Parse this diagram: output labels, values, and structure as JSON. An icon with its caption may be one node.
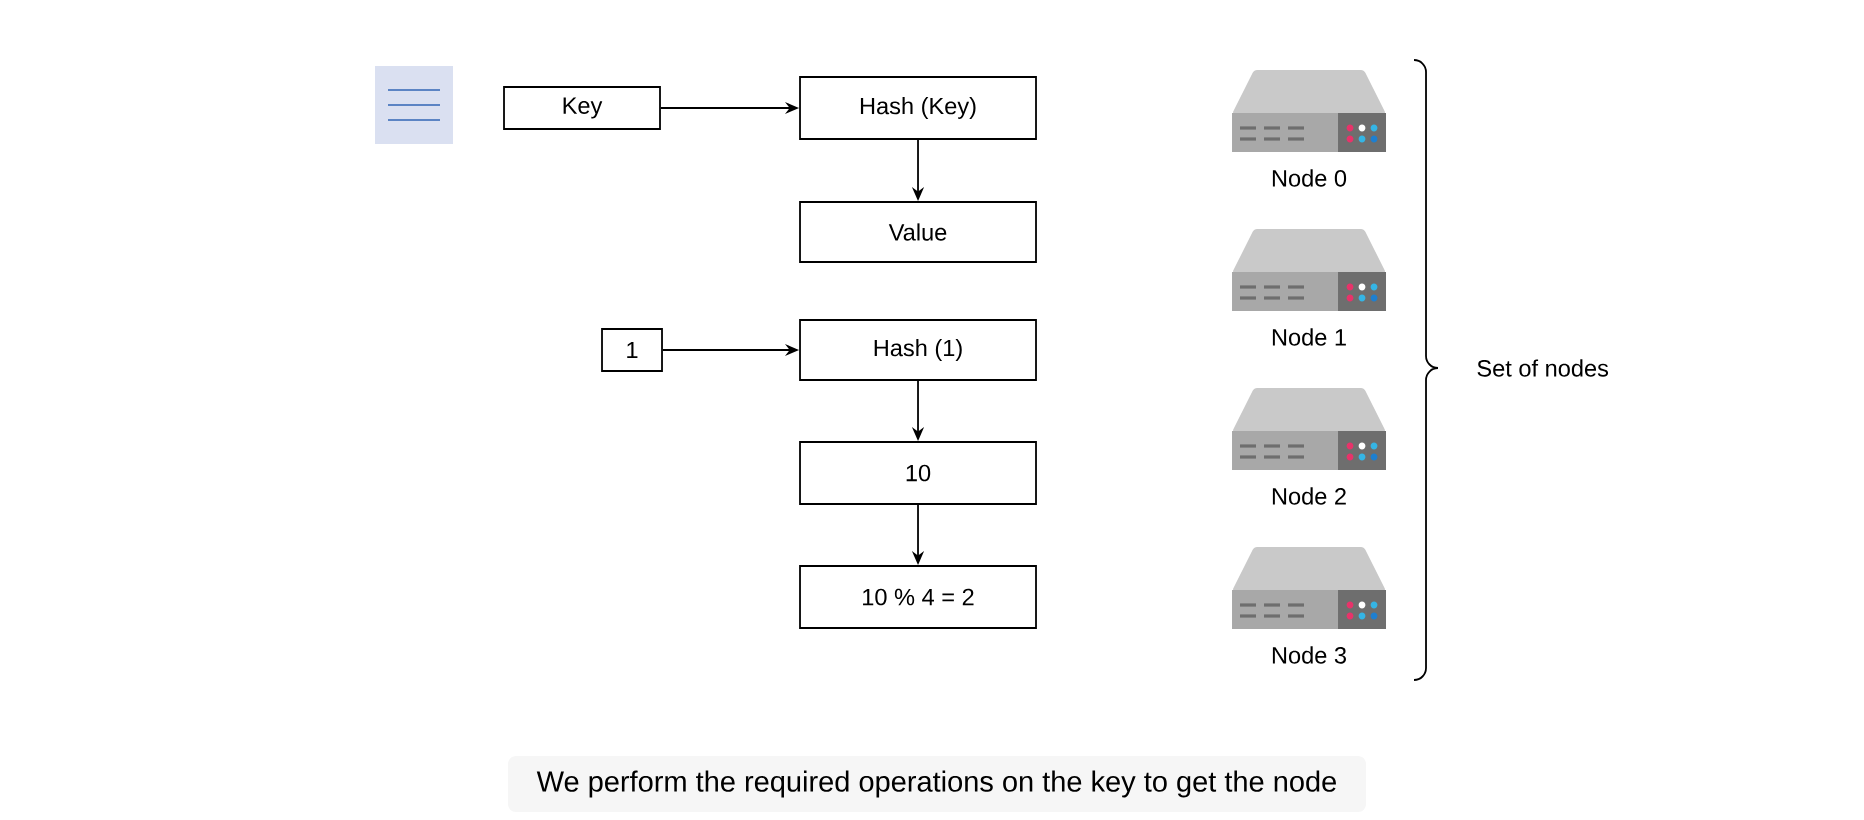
{
  "diagram": {
    "caption": "We perform the required operations on the key to get the node",
    "nodes": [
      {
        "text": [
          "Key"
        ]
      },
      {
        "text": [
          "Hash (Key)"
        ]
      },
      {
        "text": [
          "Value"
        ]
      },
      {
        "text": [
          "1"
        ]
      },
      {
        "text": [
          "Hash (1)"
        ]
      },
      {
        "text": [
          "10"
        ]
      },
      {
        "text": [
          "10 % 4 = 2"
        ]
      }
    ],
    "edges": [
      {
        "from": 0,
        "to": 1,
        "arrow": "to"
      },
      {
        "from": 1,
        "to": 2,
        "arrow": "to"
      },
      {
        "from": 3,
        "to": 4,
        "arrow": "to"
      },
      {
        "from": 4,
        "to": 5,
        "arrow": "to"
      },
      {
        "from": 5,
        "to": 6,
        "arrow": "to"
      }
    ],
    "labels": [
      "Node 0",
      "Node 1",
      "Node 2",
      "Node 3",
      "Set of nodes"
    ]
  }
}
